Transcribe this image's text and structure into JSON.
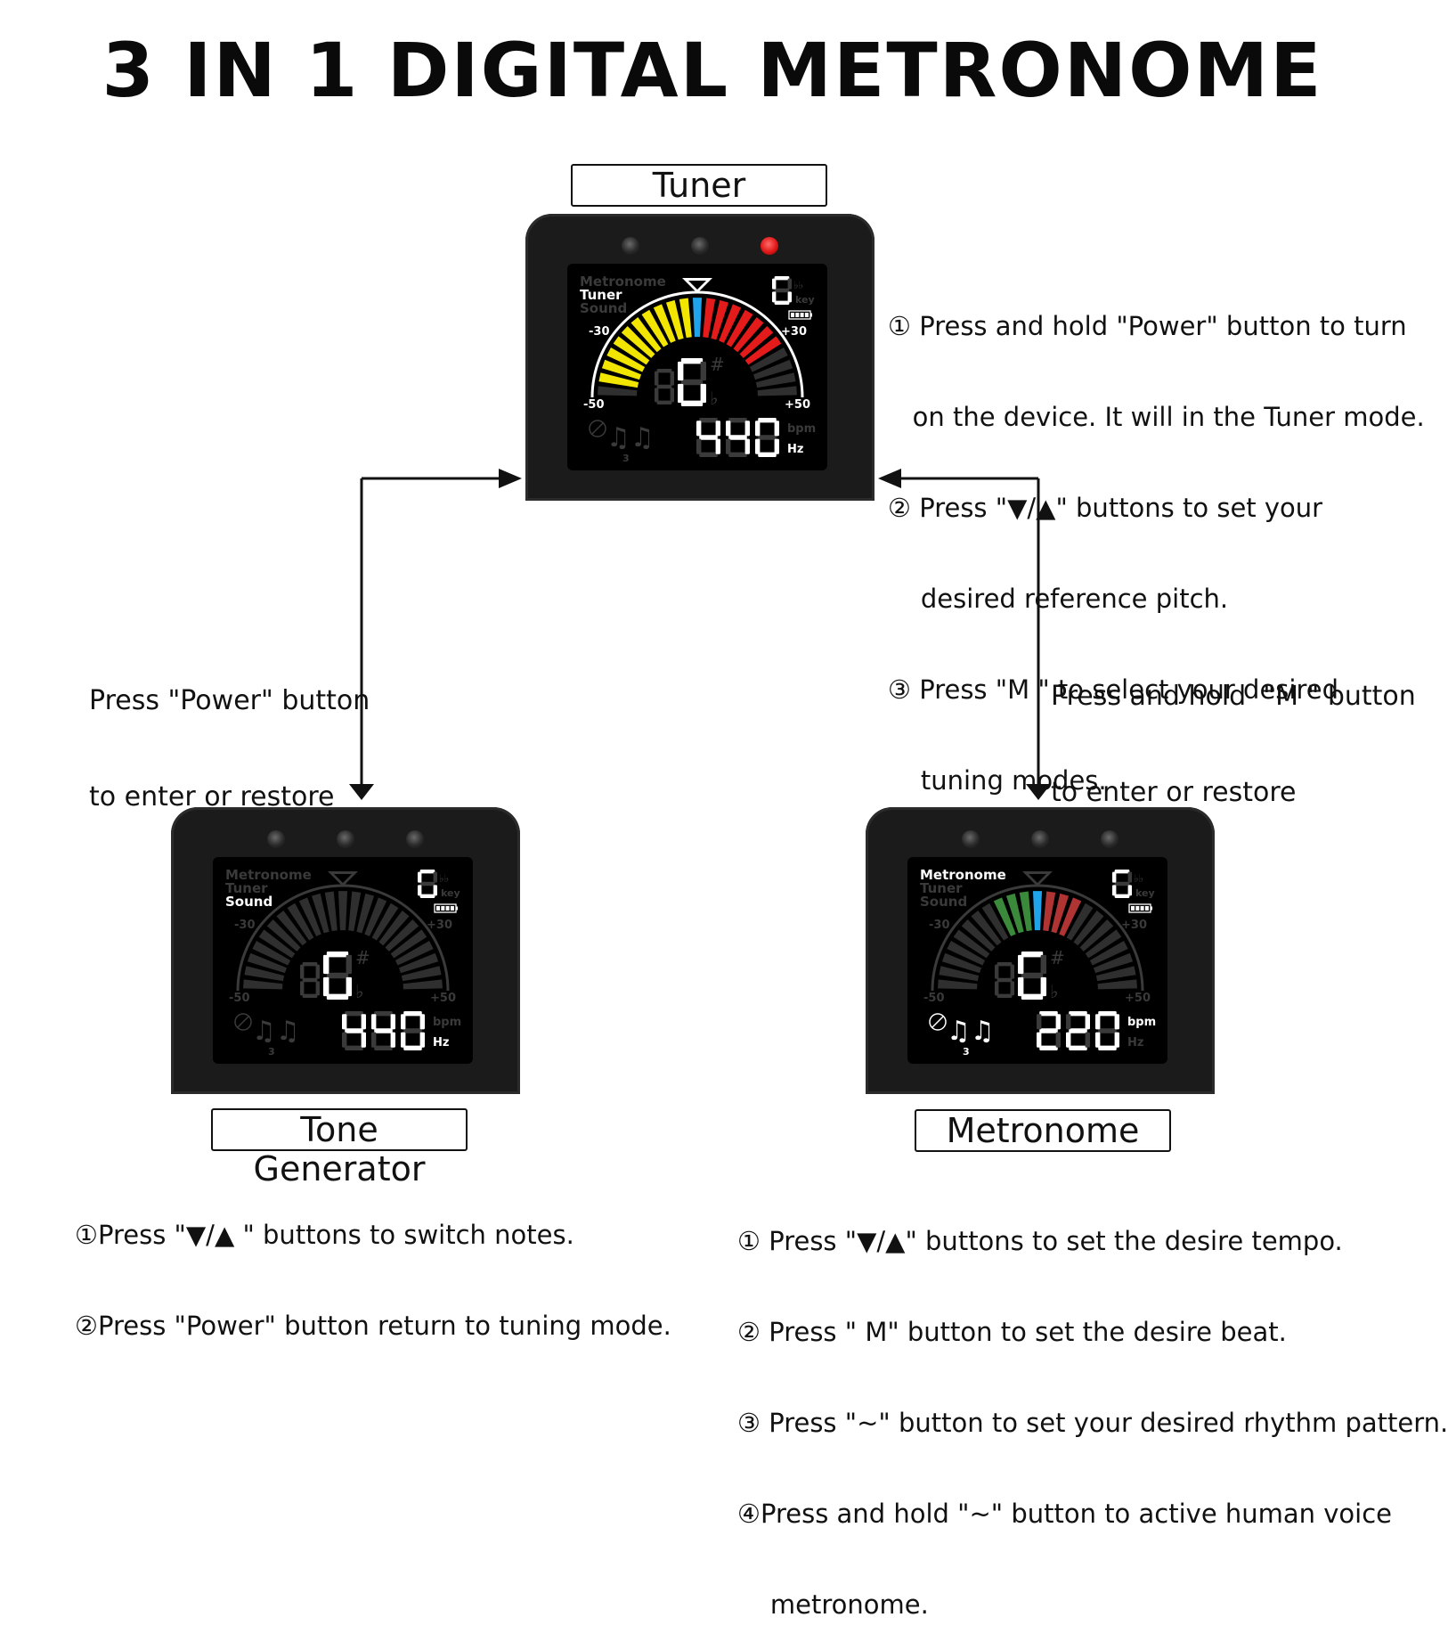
{
  "title": "3 IN 1 DIGITAL METRONOME",
  "tuner": {
    "label": "Tuner",
    "instructions": [
      "① Press and hold \"Power\" button to turn",
      "   on the device. It will in the Tuner mode.",
      "② Press \"▼/▲\" buttons to set your",
      "    desired reference pitch.",
      "③ Press \"M \" to select your desired",
      "    tuning modes."
    ],
    "screen": {
      "modes": [
        "Metronome",
        "Tuner",
        "Sound"
      ],
      "active_mode": "Tuner",
      "scale_left_inner": "-30",
      "scale_right_inner": "+30",
      "scale_left_outer": "-50",
      "scale_right_outer": "+50",
      "note": "G",
      "key_note": "G",
      "key_label": "key",
      "readout": "440",
      "unit_top": "bpm",
      "unit_bottom": "Hz",
      "active_unit": "Hz",
      "triplet": "3"
    }
  },
  "tone_generator": {
    "label": "Tone Generator",
    "instructions": [
      "①Press \"▼/▲ \" buttons to switch notes.",
      "②Press \"Power\" button return to tuning mode."
    ],
    "screen": {
      "modes": [
        "Metronome",
        "Tuner",
        "Sound"
      ],
      "active_mode": "Sound",
      "scale_left_inner": "-30",
      "scale_right_inner": "+30",
      "scale_left_outer": "-50",
      "scale_right_outer": "+50",
      "note": "G",
      "key_note": "G",
      "key_label": "key",
      "readout": "440",
      "unit_top": "bpm",
      "unit_bottom": "Hz",
      "active_unit": "Hz",
      "triplet": "3"
    }
  },
  "metronome": {
    "label": "Metronome",
    "instructions": [
      "① Press \"▼/▲\" buttons to set the desire tempo.",
      "② Press \" M\" button to set the desire beat.",
      "③ Press \"~\" button to set your desired rhythm pattern.",
      "④Press and hold \"~\" button to active human voice",
      "    metronome."
    ],
    "screen": {
      "modes": [
        "Metronome",
        "Tuner",
        "Sound"
      ],
      "active_mode": "Metronome",
      "scale_left_inner": "-30",
      "scale_right_inner": "+30",
      "scale_left_outer": "-50",
      "scale_right_outer": "+50",
      "note": "G",
      "key_note": "G",
      "key_label": "key",
      "readout": "220",
      "unit_top": "bpm",
      "unit_bottom": "Hz",
      "active_unit": "bpm",
      "triplet": "3"
    }
  },
  "transitions": {
    "left": [
      "Press \"Power\" button",
      "to enter or restore"
    ],
    "right": [
      "Press and hold  \"M \" button",
      "to enter or restore"
    ]
  },
  "colors": {
    "yellow": "#f2e600",
    "red": "#e41b1b",
    "blue": "#1fa3ea",
    "green": "#3b8a3b",
    "dark_red": "#b13434",
    "dim_bar": "#2f2f2f",
    "lcd_dim": "#3a3a3a",
    "lcd_on": "#ffffff"
  }
}
